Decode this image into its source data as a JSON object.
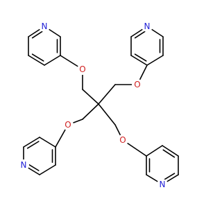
{
  "molecule": {
    "atoms": [
      {
        "id": "n1",
        "symbol": "N",
        "color": "#1f1fd6"
      },
      {
        "id": "n2",
        "symbol": "N",
        "color": "#1f1fd6"
      },
      {
        "id": "n3",
        "symbol": "N",
        "color": "#1f1fd6"
      },
      {
        "id": "n4",
        "symbol": "N",
        "color": "#1f1fd6"
      },
      {
        "id": "o1",
        "symbol": "O",
        "color": "#d01f1f"
      },
      {
        "id": "o2",
        "symbol": "O",
        "color": "#d01f1f"
      },
      {
        "id": "o3",
        "symbol": "O",
        "color": "#d01f1f"
      },
      {
        "id": "o4",
        "symbol": "O",
        "color": "#d01f1f"
      }
    ],
    "bond_color": "#000000"
  }
}
